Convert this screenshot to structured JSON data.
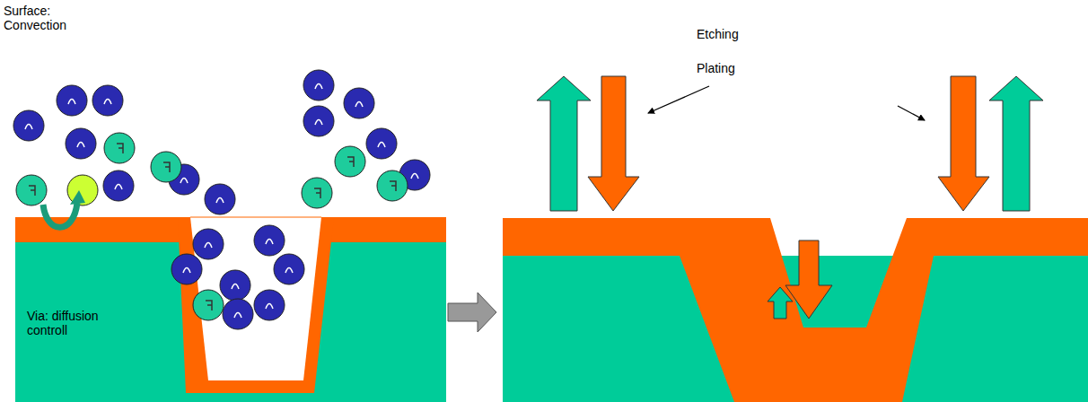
{
  "diagram": {
    "labels": [
      "Surface: Convection",
      "Via: diffusion controll",
      "Etching",
      "Plating"
    ]
  }
}
